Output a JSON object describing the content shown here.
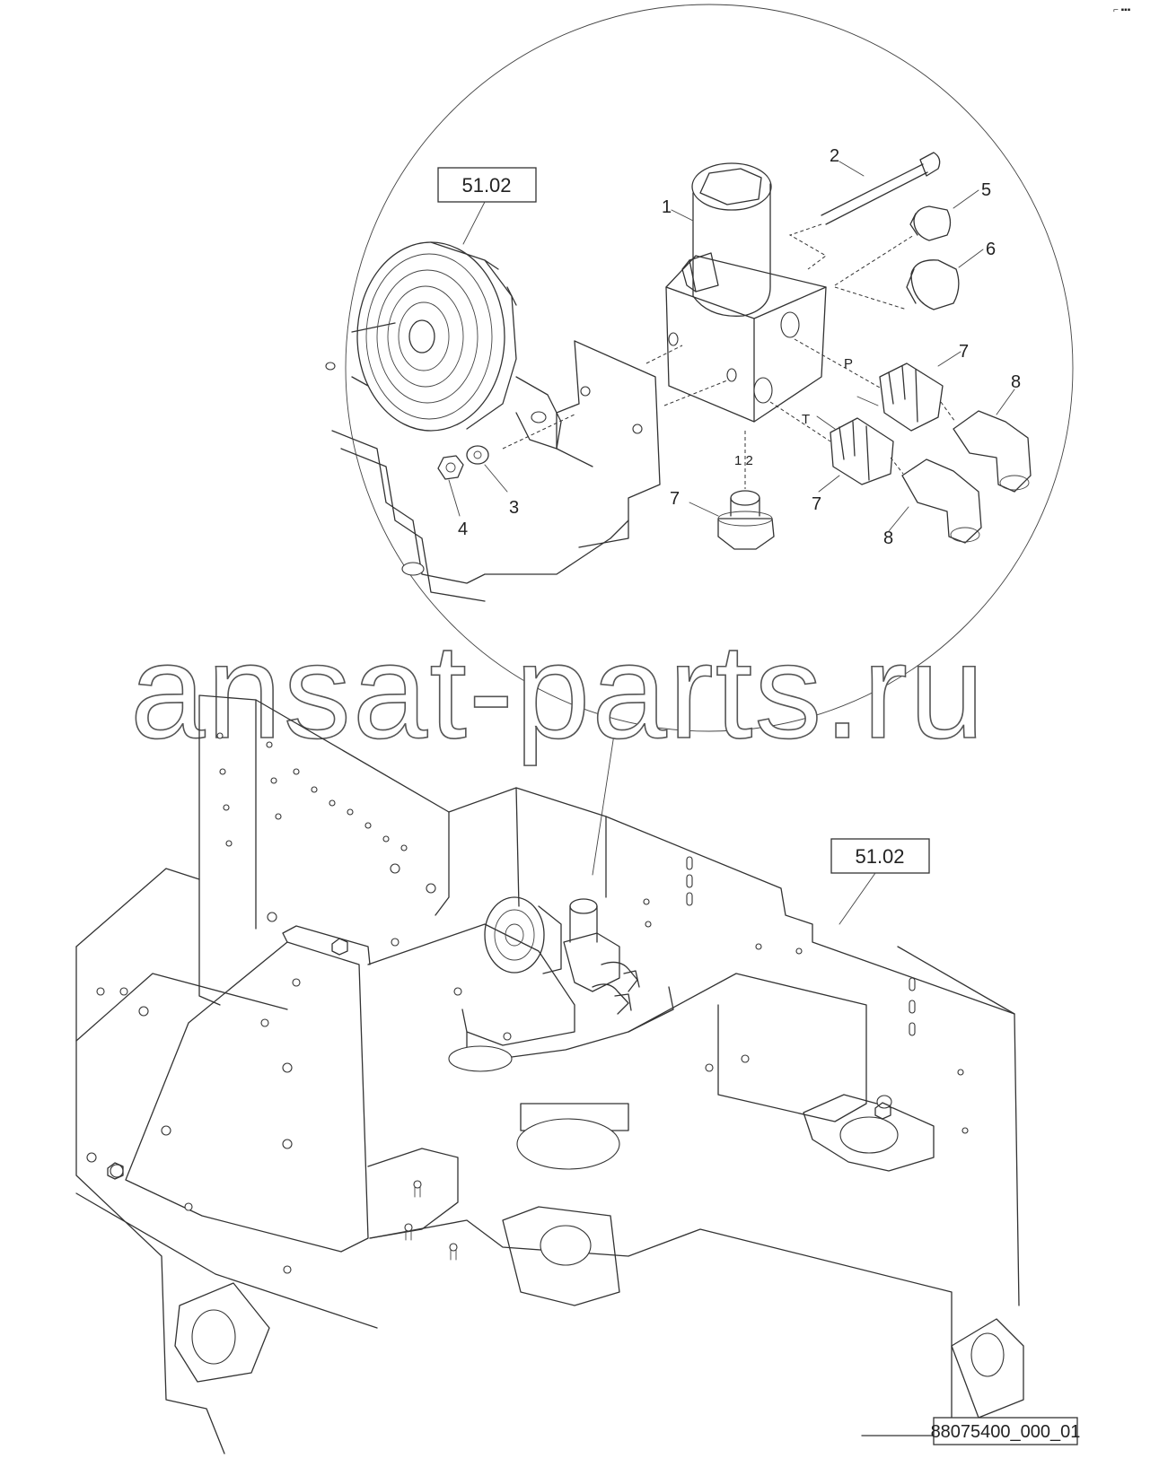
{
  "diagram": {
    "reference_labels": [
      "51.02",
      "51.02"
    ],
    "callouts": {
      "c1": "1",
      "c2": "2",
      "c3": "3",
      "c4": "4",
      "c5": "5",
      "c6": "6",
      "c7a": "7",
      "c7b": "7",
      "c7c": "7",
      "c8a": "8",
      "c8b": "8"
    },
    "port_labels": {
      "p": "P",
      "t": "T",
      "ports12": "1 2"
    },
    "watermark": "ansat-parts.ru",
    "figure_id": "88075400_000_01",
    "corner_mark": "⌐ ▪▪▪"
  }
}
